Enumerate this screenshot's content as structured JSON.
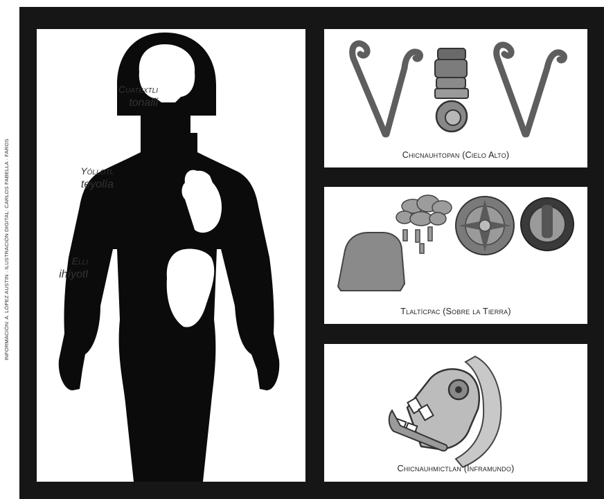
{
  "credit": "INFORMACIÓN: A. LÓPEZ AUSTIN · ILUSTRACIÓN DIGITAL: CARLOS FABELLA · FAROS",
  "body": {
    "cuatextli": {
      "name": "Cuatextli",
      "entity": "tonalli"
    },
    "yollotl": {
      "name": "Yóllotl",
      "entity": "teyolía"
    },
    "elli": {
      "name": "Elli",
      "entity": "ihíyotl"
    }
  },
  "levels": [
    {
      "caption": "Chicnauhtopan (Cielo Alto)"
    },
    {
      "caption": "Tlaltícpac (Sobre la Tierra)"
    },
    {
      "caption": "Chicnauhmictlan (Inframundo)"
    }
  ]
}
